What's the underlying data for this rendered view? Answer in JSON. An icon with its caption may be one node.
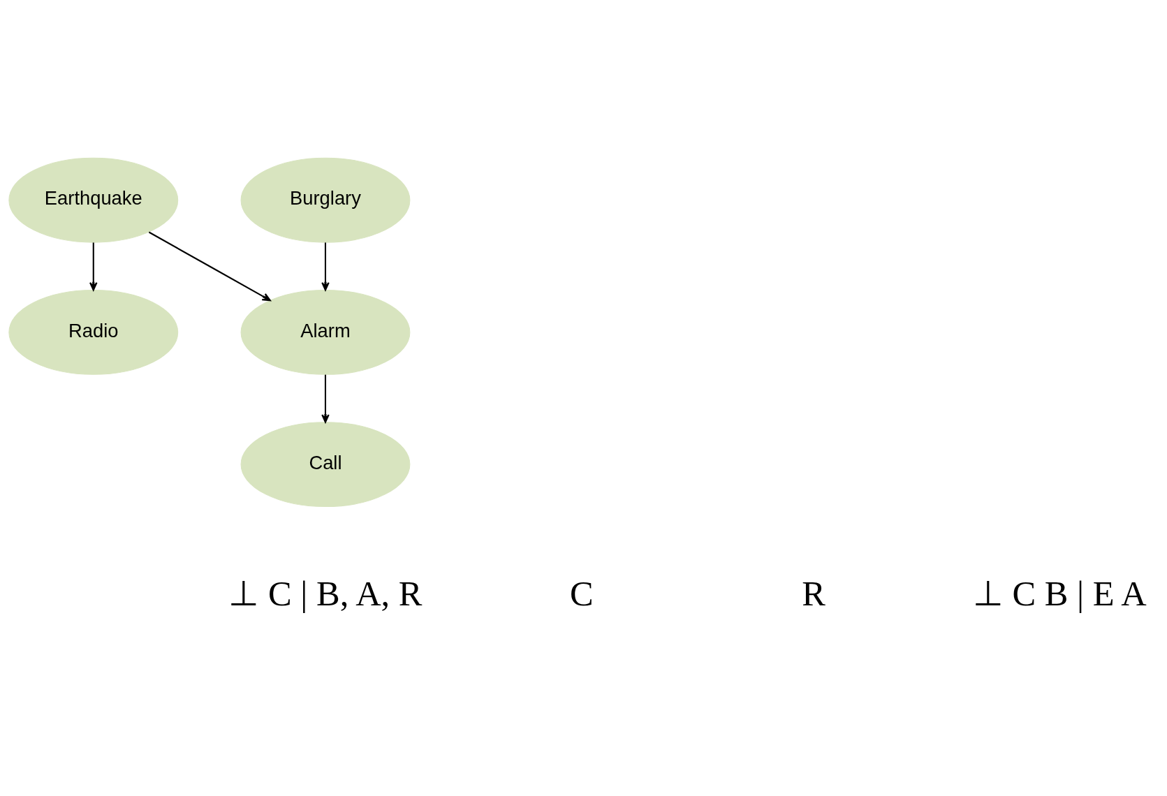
{
  "diagram": {
    "nodes": [
      {
        "text": [
          "Earthquake"
        ]
      },
      {
        "text": [
          "Burglary"
        ]
      },
      {
        "text": [
          "Radio"
        ]
      },
      {
        "text": [
          "Alarm"
        ]
      },
      {
        "text": [
          "Call"
        ]
      }
    ],
    "edges": [
      {
        "from": 0,
        "to": 2,
        "arrow": "to"
      },
      {
        "from": 0,
        "to": 3,
        "arrow": "to"
      },
      {
        "from": 1,
        "to": 3,
        "arrow": "to"
      },
      {
        "from": 3,
        "to": 4,
        "arrow": "to"
      }
    ],
    "labels": [
      "⊥ C | B, A, R",
      "C",
      "R",
      "⊥ C B | E A"
    ]
  }
}
